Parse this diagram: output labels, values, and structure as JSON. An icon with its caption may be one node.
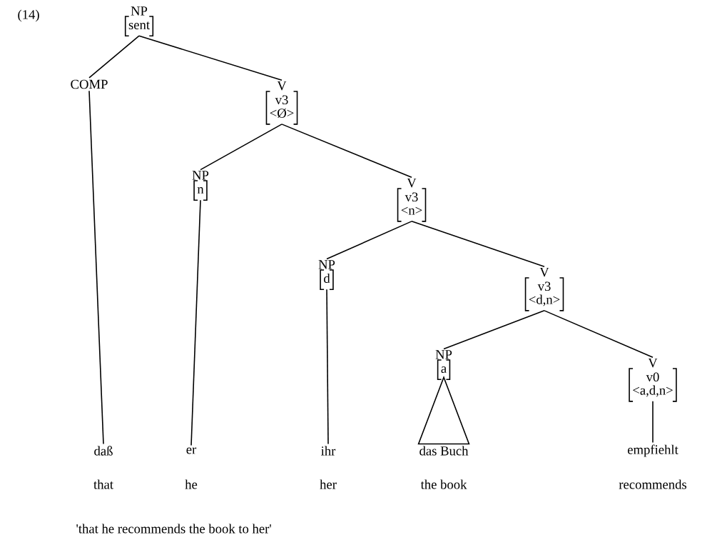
{
  "diagram": {
    "caption": "'that he recommends the book to her'",
    "nodes": [
      {
        "text": [
          "NP",
          "sent"
        ]
      },
      {
        "text": [
          "COMP"
        ]
      },
      {
        "text": [
          "V",
          "v3",
          "<Ø>"
        ]
      },
      {
        "text": [
          "NP",
          "n"
        ]
      },
      {
        "text": [
          "V",
          "v3",
          "<n>"
        ]
      },
      {
        "text": [
          "NP",
          "d"
        ]
      },
      {
        "text": [
          "V",
          "v3",
          "<d,n>"
        ]
      },
      {
        "text": [
          "NP",
          "a"
        ]
      },
      {
        "text": [
          "V",
          "v0",
          "<a,d,n>"
        ]
      },
      {
        "text": [
          "daß"
        ],
        "beside": [
          "that"
        ]
      },
      {
        "text": [
          "er"
        ],
        "beside": [
          "he"
        ]
      },
      {
        "text": [
          "ihr"
        ],
        "beside": [
          "her"
        ]
      },
      {
        "text": [
          "das Buch"
        ],
        "beside": [
          "the book"
        ]
      },
      {
        "text": [
          "empfiehlt"
        ],
        "beside": [
          "recommends"
        ]
      }
    ],
    "edges": [
      {
        "from": 0,
        "to": 1,
        "arrow": "none"
      },
      {
        "from": 0,
        "to": 2,
        "arrow": "none"
      },
      {
        "from": 2,
        "to": 3,
        "arrow": "none"
      },
      {
        "from": 2,
        "to": 4,
        "arrow": "none"
      },
      {
        "from": 4,
        "to": 5,
        "arrow": "none"
      },
      {
        "from": 4,
        "to": 6,
        "arrow": "none"
      },
      {
        "from": 6,
        "to": 7,
        "arrow": "none"
      },
      {
        "from": 6,
        "to": 8,
        "arrow": "none"
      },
      {
        "from": 1,
        "to": 9,
        "arrow": "none"
      },
      {
        "from": 3,
        "to": 10,
        "arrow": "none"
      },
      {
        "from": 5,
        "to": 11,
        "arrow": "none"
      },
      {
        "from": 7,
        "to": 12,
        "arrow": "none"
      },
      {
        "from": 8,
        "to": 13,
        "arrow": "none"
      }
    ],
    "labels": [
      "(14)"
    ]
  }
}
